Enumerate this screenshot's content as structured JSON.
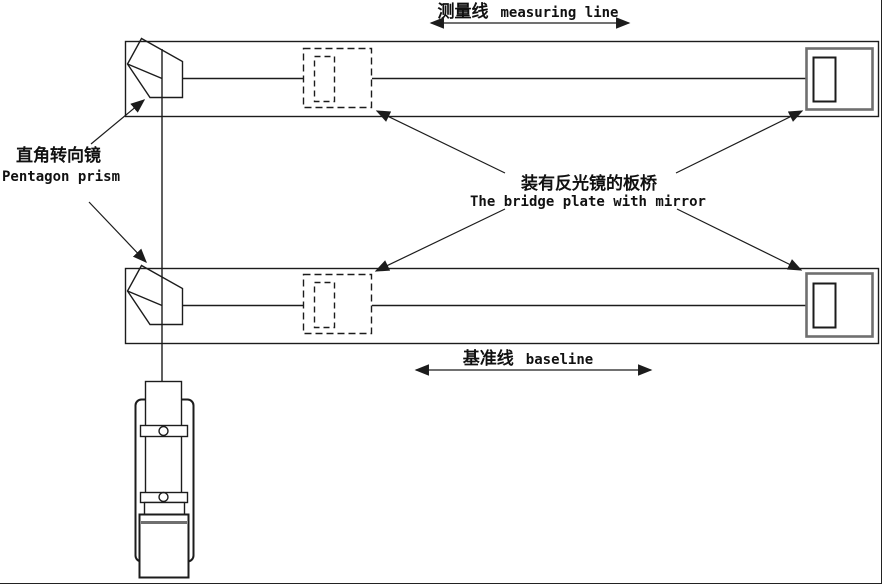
{
  "labels": {
    "measuring_line": {
      "zh": "测量线",
      "en": "measuring line"
    },
    "baseline": {
      "zh": "基准线",
      "en": "baseline"
    },
    "pentagon_prism": {
      "zh": "直角转向镜",
      "en": "Pentagon prism"
    },
    "bridge_plate": {
      "zh": "装有反光镜的板桥",
      "en": "The bridge plate with mirror"
    }
  },
  "colors": {
    "line": "#1c1c1c",
    "mirror_frame": "#6f6f6f",
    "background": "#ffffff"
  }
}
